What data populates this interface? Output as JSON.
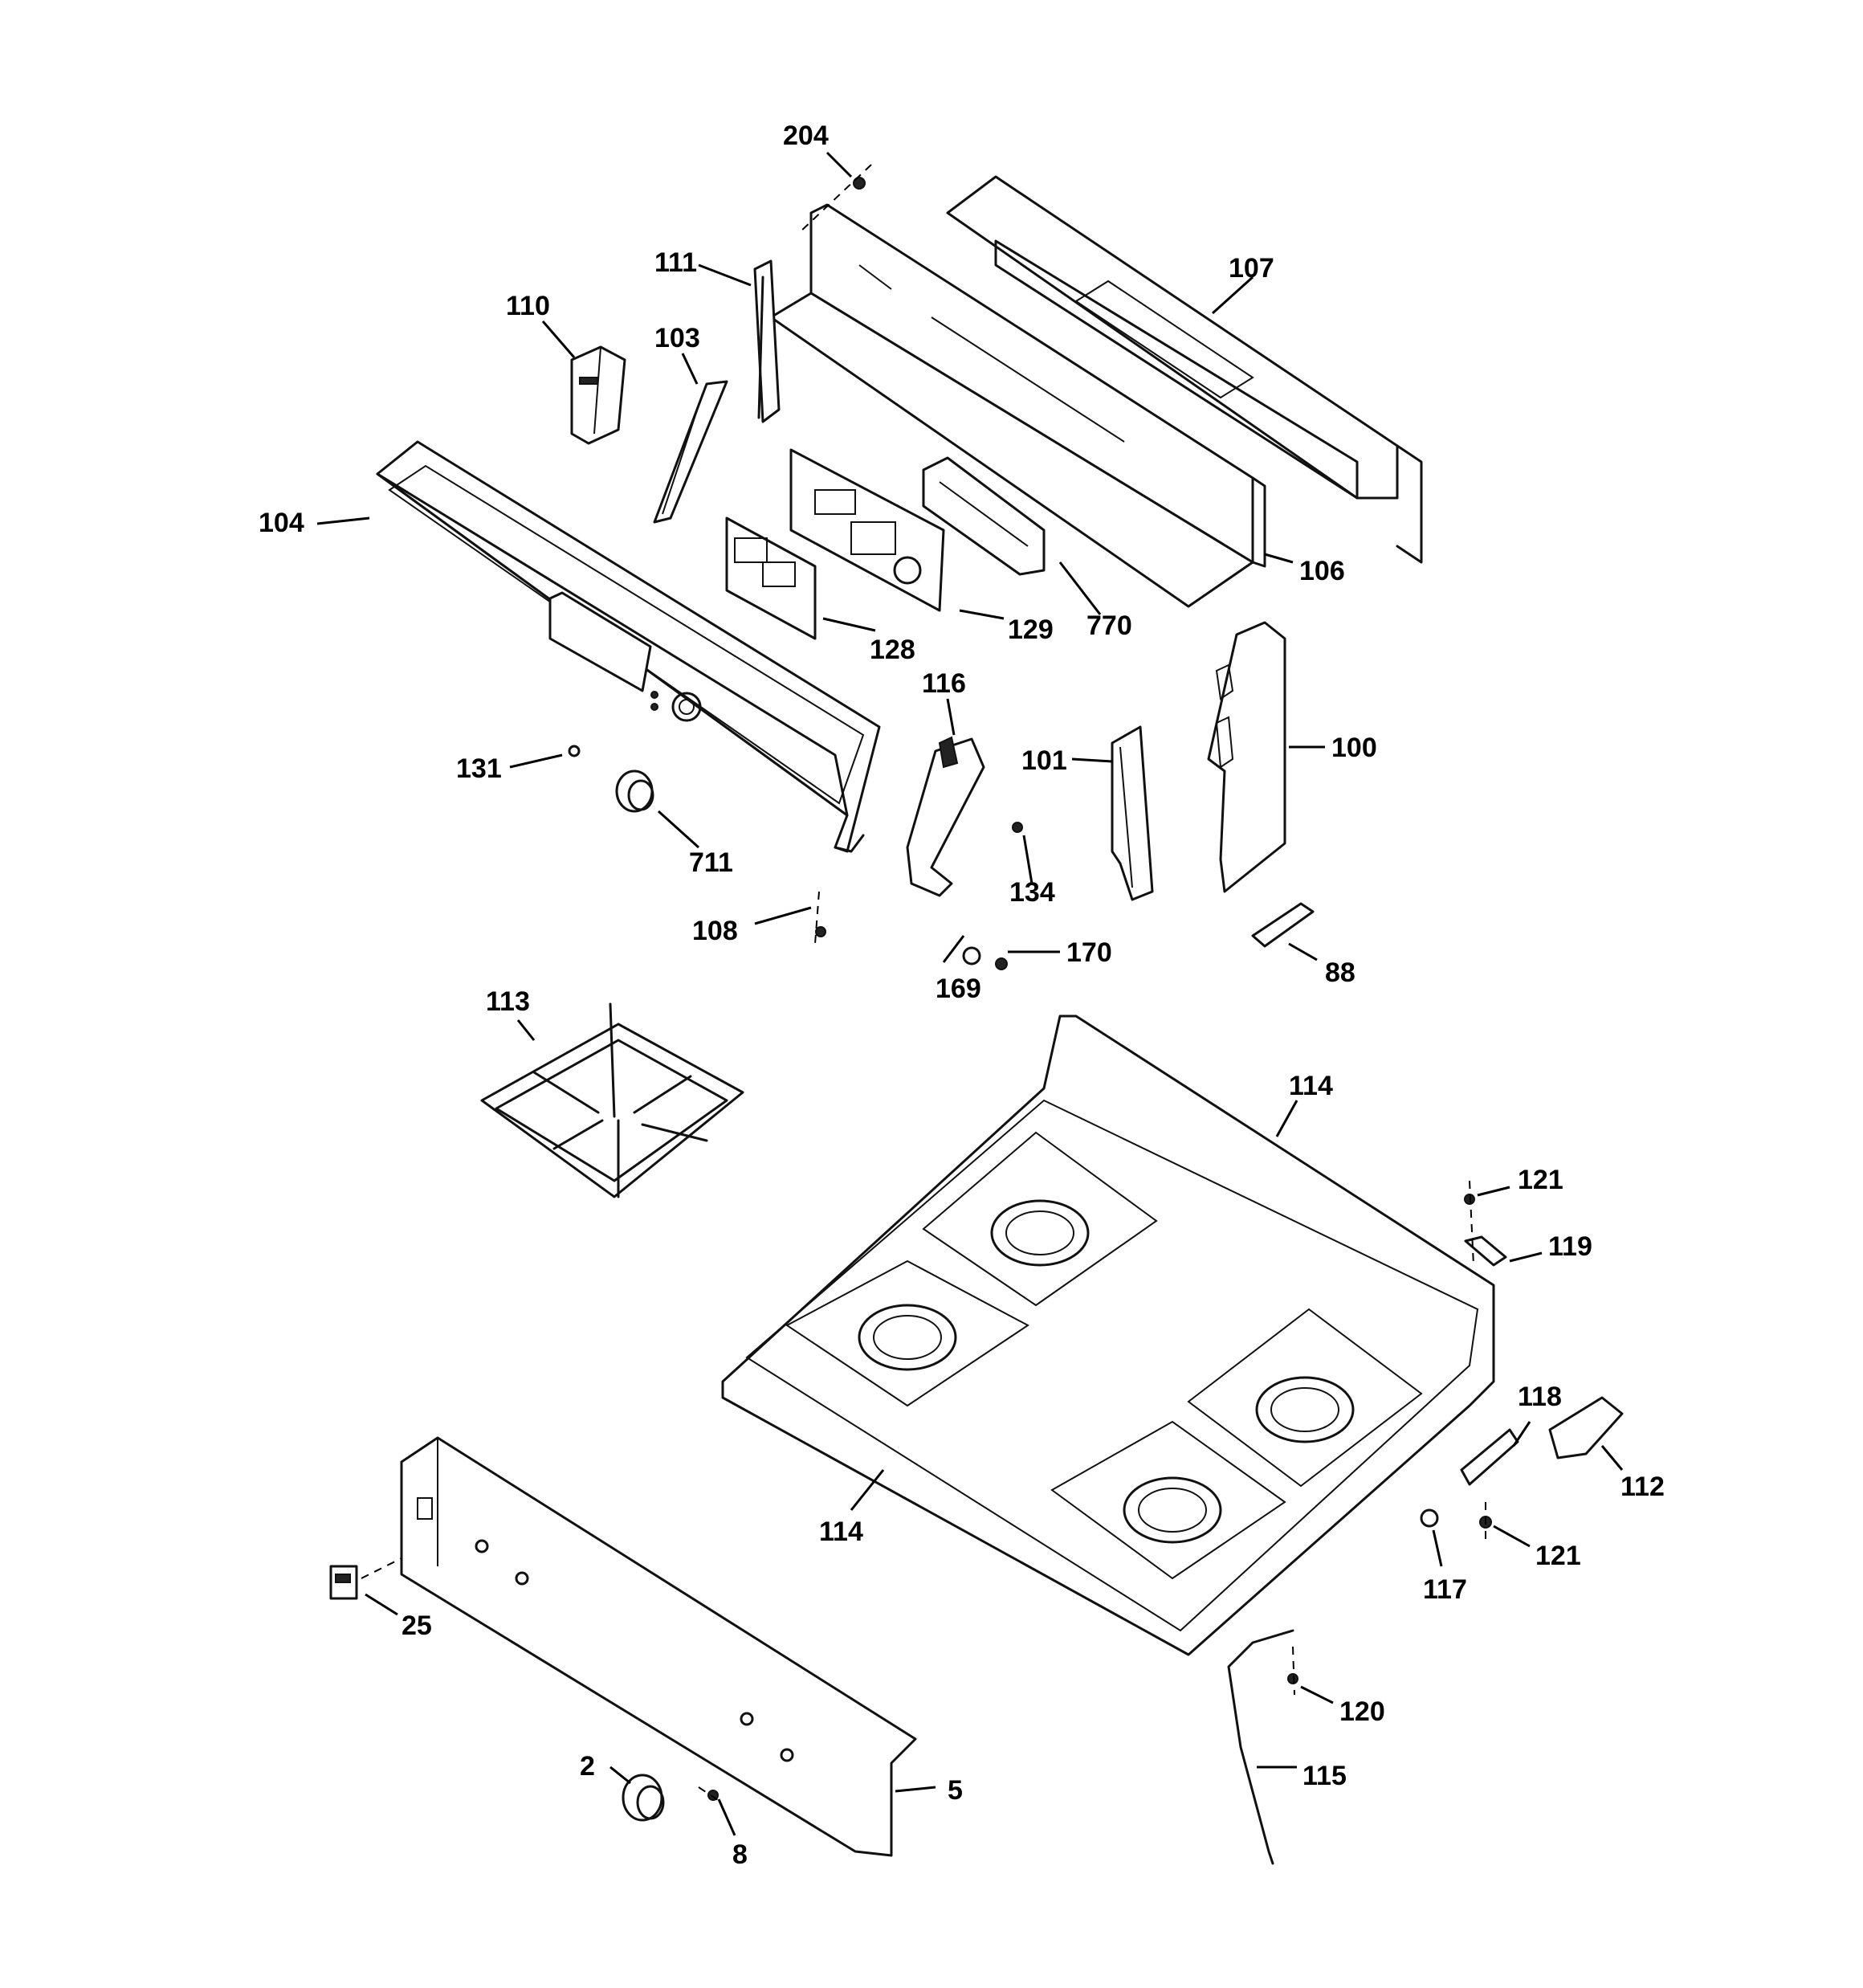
{
  "diagram": {
    "labels": {
      "p204": "204",
      "p107": "107",
      "p111": "111",
      "p110": "110",
      "p103": "103",
      "p104": "104",
      "p106": "106",
      "p128": "128",
      "p129": "129",
      "p770": "770",
      "p116": "116",
      "p131": "131",
      "p711": "711",
      "p101": "101",
      "p100": "100",
      "p134": "134",
      "p108": "108",
      "p170": "170",
      "p169": "169",
      "p88": "88",
      "p113": "113",
      "p114_top": "114",
      "p121_top": "121",
      "p119": "119",
      "p118": "118",
      "p112": "112",
      "p114_bottom": "114",
      "p121_bottom": "121",
      "p117": "117",
      "p25": "25",
      "p120": "120",
      "p115": "115",
      "p2": "2",
      "p5": "5",
      "p8": "8"
    }
  }
}
